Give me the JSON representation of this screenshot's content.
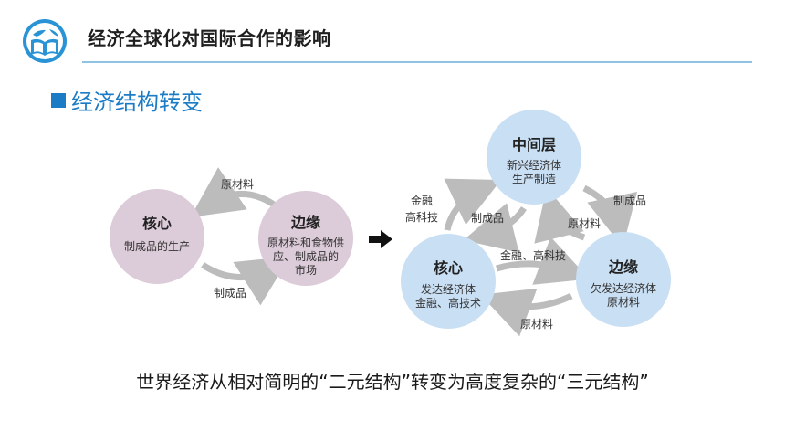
{
  "header": {
    "title": "经济全球化对国际合作的影响"
  },
  "section": {
    "subtitle": "经济结构转变"
  },
  "left_diagram": {
    "core": {
      "title": "核心",
      "lines": [
        "制成品的生产"
      ]
    },
    "periphery": {
      "title": "边缘",
      "lines": [
        "原材料和食物供",
        "应、制成品的",
        "市场"
      ]
    },
    "top_arrow_label": "原材料",
    "bottom_arrow_label": "制成品"
  },
  "right_diagram": {
    "middle": {
      "title": "中间层",
      "lines": [
        "新兴经济体",
        "生产制造"
      ]
    },
    "core": {
      "title": "核心",
      "lines": [
        "发达经济体",
        "金融、高技术"
      ]
    },
    "periphery": {
      "title": "边缘",
      "lines": [
        "欠发达经济体",
        "原材料"
      ]
    },
    "labels": {
      "core_to_middle": [
        "金融",
        "高科技"
      ],
      "middle_to_core": "制成品",
      "middle_to_periphery": "制成品",
      "periphery_to_middle": "原材料",
      "core_to_periphery": "金融、高科技",
      "periphery_to_core": "原材料"
    }
  },
  "caption": "世界经济从相对简明的“二元结构”转变为高度复杂的“三元结构”",
  "colors": {
    "accent": "#1b7cc5",
    "rule": "#8ec3e3",
    "left_circle": "#dccbd9",
    "right_circle": "#c9dff4",
    "arrow": "#bcbcbc"
  }
}
